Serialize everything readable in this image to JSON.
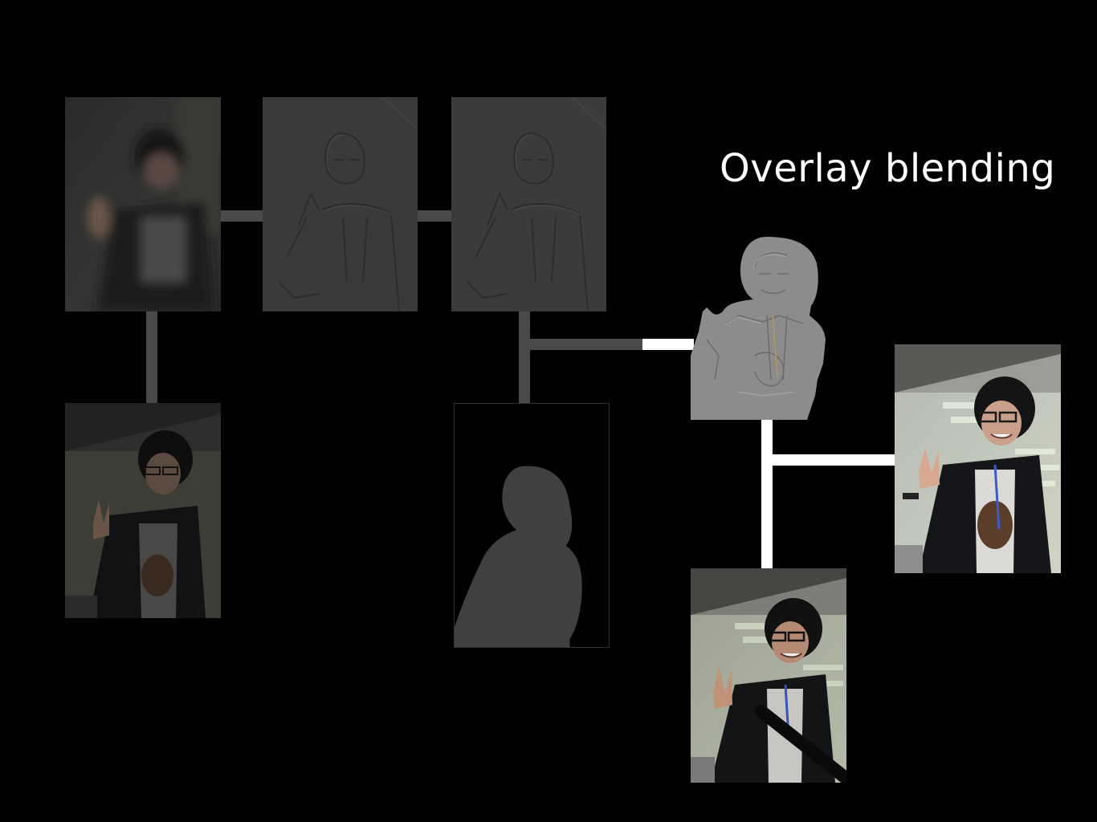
{
  "title": "Overlay blending",
  "colors": {
    "background": "#000000",
    "connector_dim": "#4a4a4a",
    "connector_bright": "#ffffff",
    "title_text": "#ffffff"
  },
  "images": [
    {
      "name": "blurred-photo",
      "description": "blurred dark photo of person"
    },
    {
      "name": "high-pass-1",
      "description": "grey embossed high-pass image"
    },
    {
      "name": "high-pass-2",
      "description": "grey embossed high-pass image"
    },
    {
      "name": "original-dark-photo",
      "description": "dark original photo"
    },
    {
      "name": "person-mask",
      "description": "grey silhouette mask on black"
    },
    {
      "name": "masked-high-pass",
      "description": "grey cut-out high-pass of person"
    },
    {
      "name": "result-photo",
      "description": "bright result photo"
    },
    {
      "name": "base-photo",
      "description": "base photo with microphone"
    }
  ]
}
